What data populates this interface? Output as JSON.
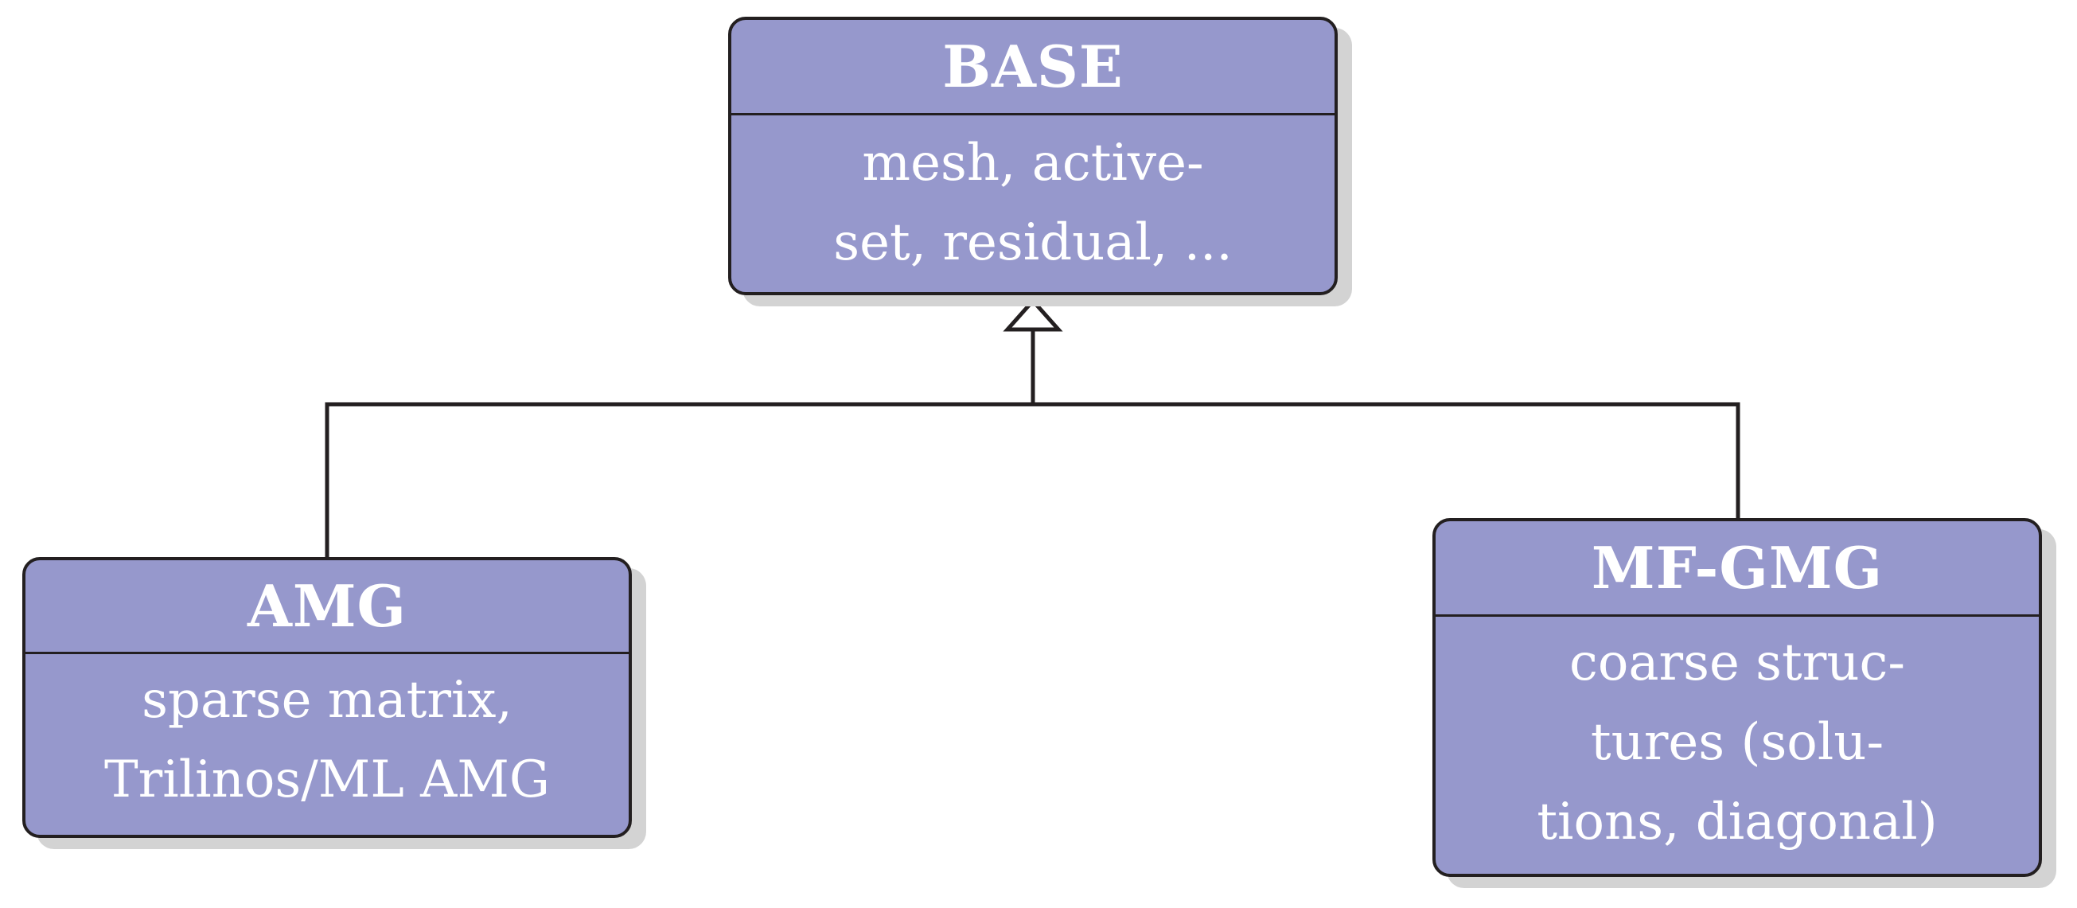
{
  "diagram": {
    "colors": {
      "node_fill": "#9698cc",
      "node_border": "#231f20",
      "shadow": "#d3d3d3",
      "text": "#ffffff",
      "connector": "#231f20"
    },
    "nodes": {
      "base": {
        "title": "BASE",
        "lines": [
          "mesh, active-",
          "set, residual, ..."
        ]
      },
      "amg": {
        "title": "AMG",
        "lines": [
          "sparse matrix,",
          "Trilinos/ML AMG"
        ]
      },
      "mfgmg": {
        "title": "MF-GMG",
        "lines": [
          "coarse struc-",
          "tures (solu-",
          "tions, diagonal)"
        ]
      }
    },
    "relations": [
      {
        "from": "amg",
        "to": "base",
        "type": "inheritance"
      },
      {
        "from": "mfgmg",
        "to": "base",
        "type": "inheritance"
      }
    ]
  }
}
